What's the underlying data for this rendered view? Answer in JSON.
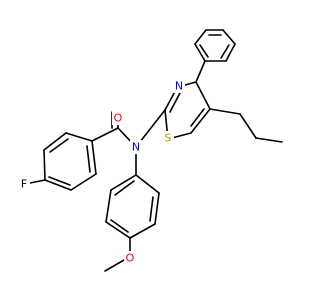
{
  "structure": {
    "atoms": {
      "O": {
        "symbol": "O",
        "color": "#ff0000"
      },
      "N_amide": {
        "symbol": "N",
        "color": "#0000ff"
      },
      "N_ring": {
        "symbol": "N",
        "color": "#0000ff"
      },
      "S": {
        "symbol": "S",
        "color": "#b8a000"
      },
      "F": {
        "symbol": "F",
        "color": "#000000"
      },
      "O_methoxy": {
        "symbol": "O",
        "color": "#ff0000"
      }
    }
  }
}
